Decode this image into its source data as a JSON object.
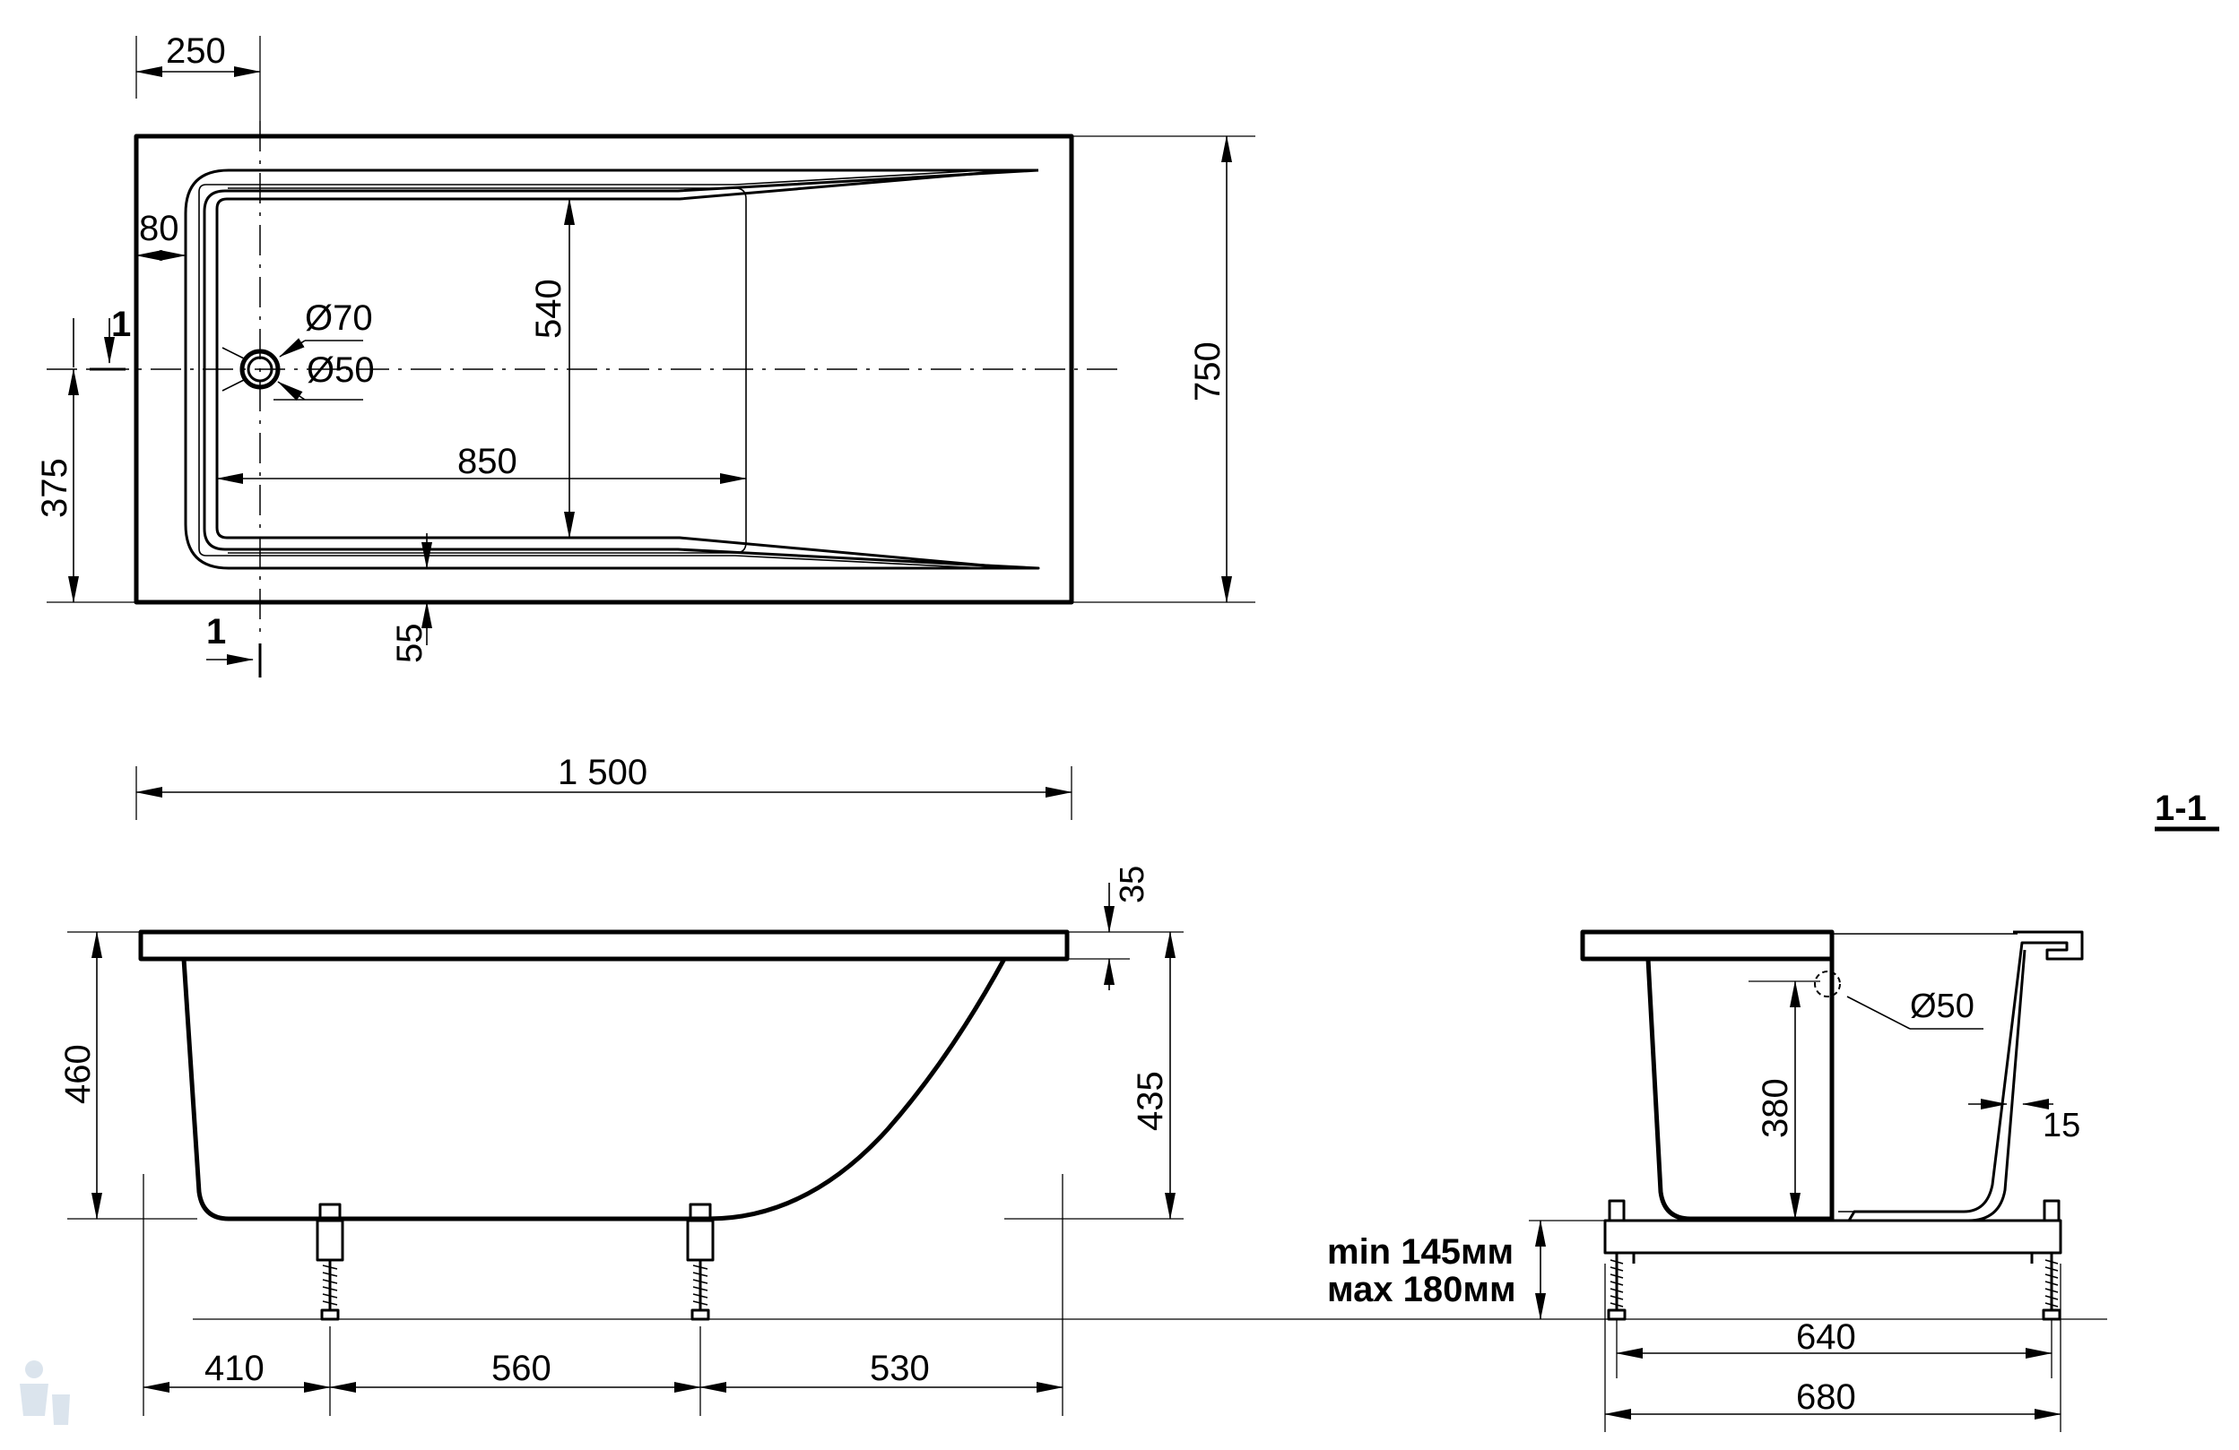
{
  "labels": {
    "dim_250": "250",
    "dim_80": "80",
    "dim_540": "540",
    "dim_750": "750",
    "dim_o70": "Ø70",
    "dim_o50": "Ø50",
    "dim_375": "375",
    "dim_850": "850",
    "dim_55": "55",
    "section_mark_1": "1",
    "dim_1500": "1 500",
    "section_title": "1-1",
    "dim_35": "35",
    "dim_460": "460",
    "dim_435": "435",
    "dim_o50_section": "Ø50",
    "dim_380": "380",
    "dim_15": "15",
    "leg_min": "min 145мм",
    "leg_max": "мах 180мм",
    "dim_640": "640",
    "dim_680": "680",
    "dim_410": "410",
    "dim_560": "560",
    "dim_530": "530"
  }
}
